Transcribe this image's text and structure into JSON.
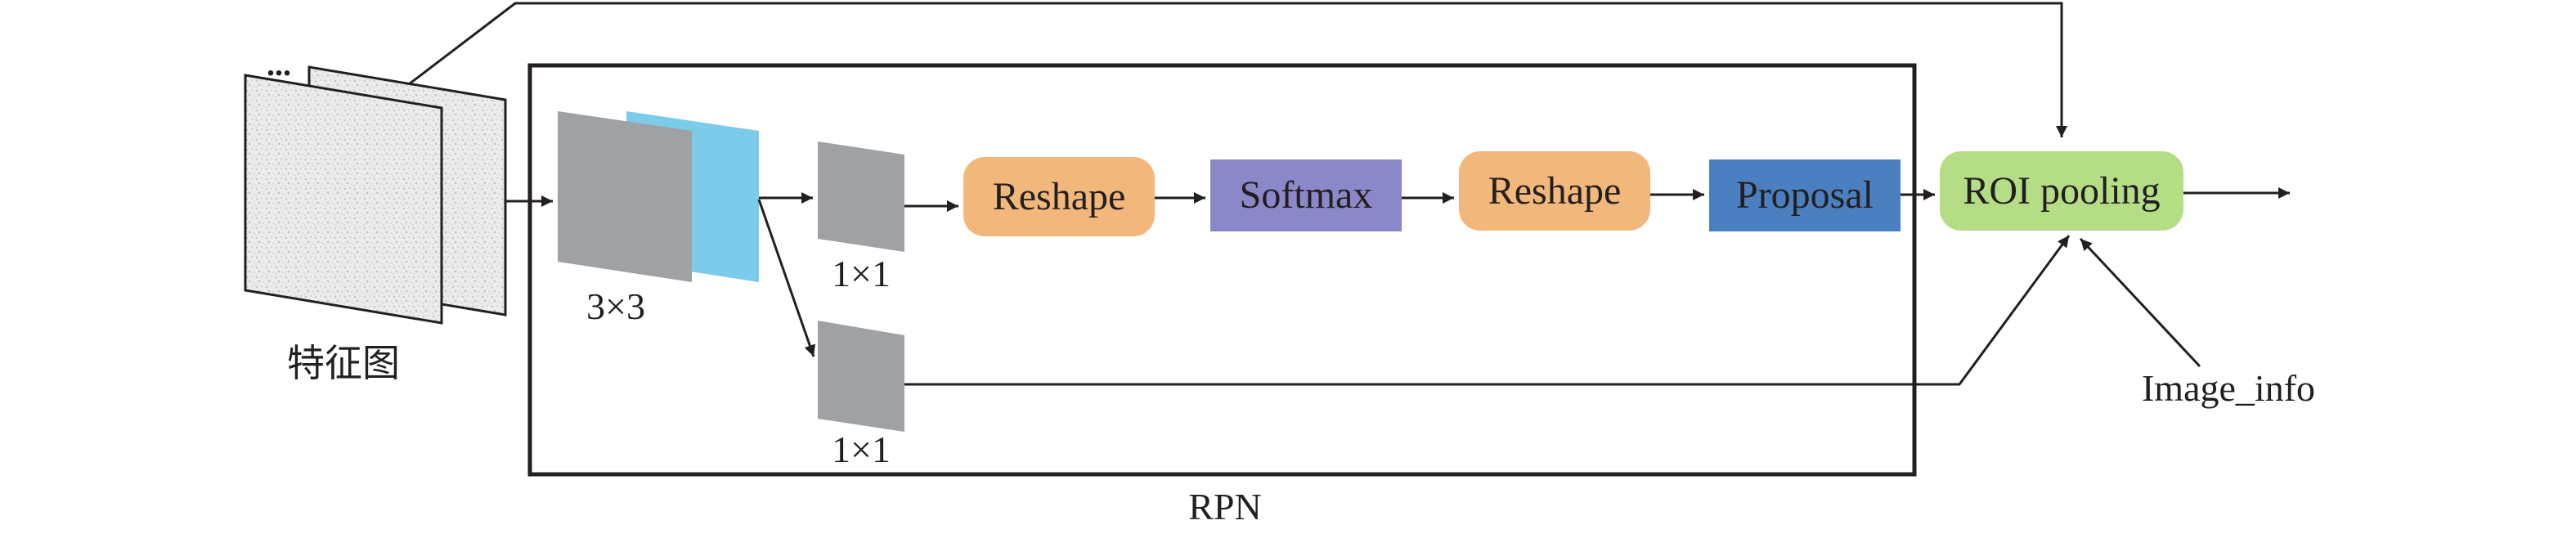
{
  "feature_map": {
    "label": "特征图",
    "dots": "..."
  },
  "rpn": {
    "label": "RPN"
  },
  "conv_3x3": {
    "label": "3×3"
  },
  "conv_1x1_top": {
    "label": "1×1"
  },
  "conv_1x1_bottom": {
    "label": "1×1"
  },
  "nodes": {
    "reshape1": "Reshape",
    "softmax": "Softmax",
    "reshape2": "Reshape",
    "proposal": "Proposal",
    "roi_pooling": "ROI pooling"
  },
  "image_info": {
    "label": "Image_info"
  },
  "colors": {
    "reshape": "#f2b77a",
    "softmax": "#8b88c9",
    "proposal": "#4a7fc0",
    "roi_pooling": "#b4dd86",
    "conv_gray": "#a0a1a4",
    "conv_blue": "#7ccbea",
    "feature_map": "#e9e9e9",
    "line": "#231f20"
  }
}
